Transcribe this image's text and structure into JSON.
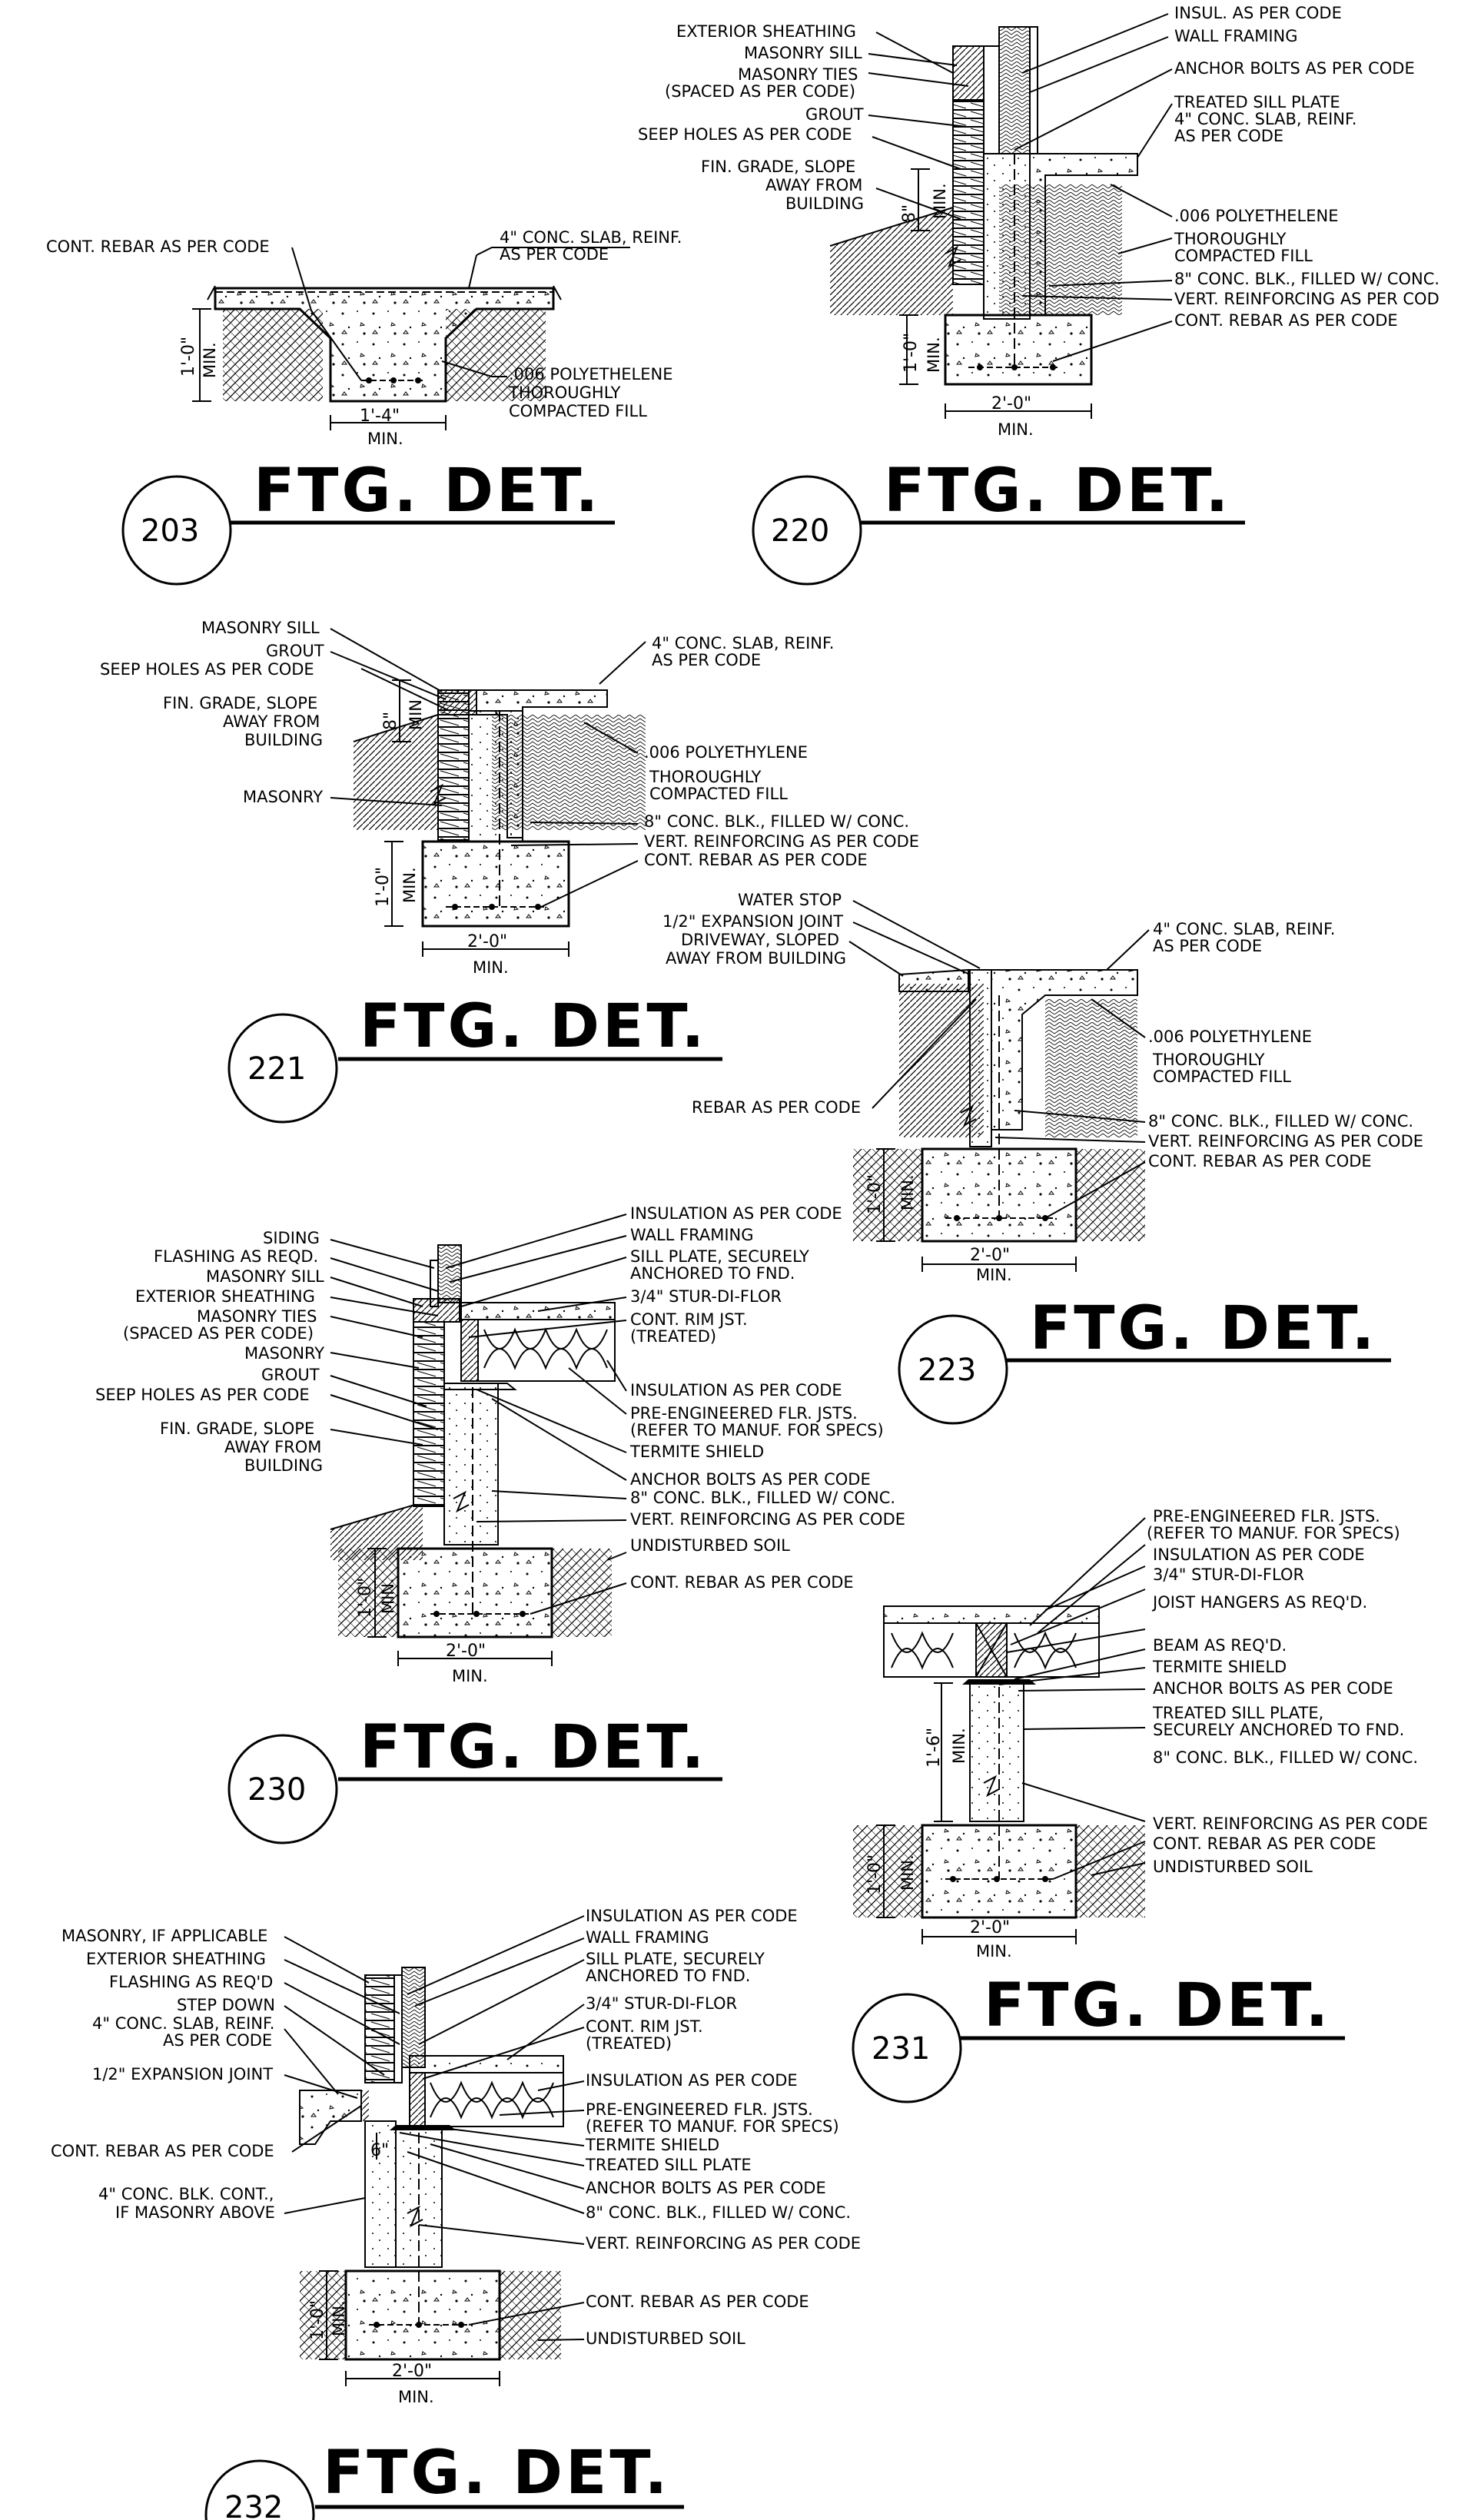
{
  "sheet_title": "FTG. DET.",
  "details": [
    {
      "id": "203",
      "title": "FTG. DET.",
      "callouts": [
        "CONT. REBAR AS PER CODE",
        "4\" CONC. SLAB, REINF.",
        "AS PER CODE",
        ".006 POLYETHELENE",
        "THOROUGHLY",
        "COMPACTED FILL"
      ],
      "dims": [
        "1'-0\"",
        "MIN.",
        "1'-4\"",
        "MIN."
      ]
    },
    {
      "id": "220",
      "title": "FTG. DET.",
      "callouts_left": [
        "EXTERIOR SHEATHING",
        "MASONRY SILL",
        "MASONRY TIES",
        "(SPACED AS PER CODE)",
        "GROUT",
        "SEEP HOLES AS PER CODE",
        "FIN. GRADE, SLOPE",
        "AWAY FROM",
        "BUILDING"
      ],
      "callouts_right": [
        "INSUL. AS PER CODE",
        "WALL FRAMING",
        "ANCHOR BOLTS AS PER CODE",
        "TREATED SILL PLATE",
        "4\" CONC. SLAB, REINF.",
        "AS PER CODE",
        ".006 POLYETHELENE",
        "THOROUGHLY",
        "COMPACTED FILL",
        "8\" CONC. BLK., FILLED W/ CONC.",
        "VERT. REINFORCING AS PER COD",
        "CONT. REBAR AS PER CODE"
      ],
      "dims": [
        "8\"",
        "MIN.",
        "1'-0\"",
        "MIN.",
        "2'-0\"",
        "MIN."
      ]
    },
    {
      "id": "221",
      "title": "FTG. DET.",
      "callouts_left": [
        "MASONRY SILL",
        "GROUT",
        "SEEP HOLES AS PER CODE",
        "FIN. GRADE, SLOPE",
        "AWAY FROM",
        "BUILDING",
        "MASONRY"
      ],
      "callouts_right": [
        "4\" CONC. SLAB, REINF.",
        "AS PER CODE",
        ".006 POLYETHYLENE",
        "THOROUGHLY",
        "COMPACTED FILL",
        "8\" CONC. BLK., FILLED W/ CONC.",
        "VERT. REINFORCING AS PER CODE",
        "CONT. REBAR AS PER CODE"
      ],
      "dims": [
        "8\"",
        "MIN.",
        "1'-0\"",
        "MIN.",
        "2'-0\"",
        "MIN."
      ]
    },
    {
      "id": "223",
      "title": "FTG. DET.",
      "callouts_left": [
        "WATER STOP",
        "1/2\" EXPANSION JOINT",
        "DRIVEWAY, SLOPED",
        "AWAY FROM BUILDING",
        "REBAR AS PER CODE"
      ],
      "callouts_right": [
        "4\" CONC. SLAB, REINF.",
        "AS PER CODE",
        ".006 POLYETHYLENE",
        "THOROUGHLY",
        "COMPACTED FILL",
        "8\" CONC. BLK., FILLED W/ CONC.",
        "VERT. REINFORCING AS PER CODE",
        "CONT. REBAR AS PER CODE"
      ],
      "dims": [
        "1'-0\"",
        "MIN.",
        "2'-0\"",
        "MIN."
      ]
    },
    {
      "id": "230",
      "title": "FTG. DET.",
      "callouts_left": [
        "SIDING",
        "FLASHING AS REQD.",
        "MASONRY SILL",
        "EXTERIOR SHEATHING",
        "MASONRY TIES",
        "(SPACED AS PER CODE)",
        "MASONRY",
        "GROUT",
        "SEEP HOLES AS PER CODE",
        "FIN. GRADE, SLOPE",
        "AWAY FROM",
        "BUILDING"
      ],
      "callouts_right": [
        "INSULATION AS PER CODE",
        "WALL FRAMING",
        "SILL PLATE, SECURELY",
        "ANCHORED TO FND.",
        "3/4\" STUR-DI-FLOR",
        "CONT. RIM JST.",
        "(TREATED)",
        "INSULATION AS PER CODE",
        "PRE-ENGINEERED FLR. JSTS.",
        "(REFER TO MANUF. FOR SPECS)",
        "TERMITE SHIELD",
        "ANCHOR BOLTS AS PER CODE",
        "8\" CONC. BLK., FILLED W/ CONC.",
        "VERT. REINFORCING AS PER CODE",
        "UNDISTURBED SOIL",
        "CONT. REBAR AS PER CODE"
      ],
      "dims": [
        "1'-0\"",
        "MIN.",
        "2'-0\"",
        "MIN."
      ]
    },
    {
      "id": "231",
      "title": "FTG. DET.",
      "callouts_right": [
        "PRE-ENGINEERED FLR. JSTS.",
        "(REFER TO MANUF. FOR SPECS)",
        "INSULATION AS PER CODE",
        "3/4\" STUR-DI-FLOR",
        "JOIST HANGERS AS REQ'D.",
        "BEAM AS REQ'D.",
        "TERMITE SHIELD",
        "ANCHOR BOLTS AS PER CODE",
        "TREATED SILL PLATE,",
        "SECURELY ANCHORED TO FND.",
        "8\" CONC. BLK., FILLED W/ CONC.",
        "VERT. REINFORCING AS PER CODE",
        "CONT. REBAR AS PER CODE",
        "UNDISTURBED SOIL"
      ],
      "dims": [
        "1'-6\"",
        "MIN.",
        "1'-0\"",
        "MIN.",
        "2'-0\"",
        "MIN."
      ]
    },
    {
      "id": "232",
      "title": "FTG. DET.",
      "callouts_left": [
        "MASONRY, IF APPLICABLE",
        "EXTERIOR SHEATHING",
        "FLASHING AS REQ'D",
        "STEP DOWN",
        "4\" CONC. SLAB, REINF.",
        "AS PER CODE",
        "1/2\" EXPANSION JOINT",
        "CONT. REBAR AS PER CODE",
        "4\" CONC. BLK. CONT.,",
        "IF MASONRY ABOVE"
      ],
      "callouts_right": [
        "INSULATION AS PER CODE",
        "WALL FRAMING",
        "SILL PLATE, SECURELY",
        "ANCHORED TO FND.",
        "3/4\" STUR-DI-FLOR",
        "CONT. RIM JST.",
        "(TREATED)",
        "INSULATION AS PER CODE",
        "PRE-ENGINEERED FLR. JSTS.",
        "(REFER TO MANUF. FOR SPECS)",
        "TERMITE SHIELD",
        "TREATED SILL PLATE",
        "ANCHOR BOLTS AS PER CODE",
        "8\" CONC. BLK., FILLED W/ CONC.",
        "VERT. REINFORCING AS PER CODE",
        "CONT. REBAR AS PER CODE",
        "UNDISTURBED SOIL"
      ],
      "dims": [
        "6\"",
        "1'-0\"",
        "MIN.",
        "2'-0\"",
        "MIN."
      ]
    }
  ]
}
